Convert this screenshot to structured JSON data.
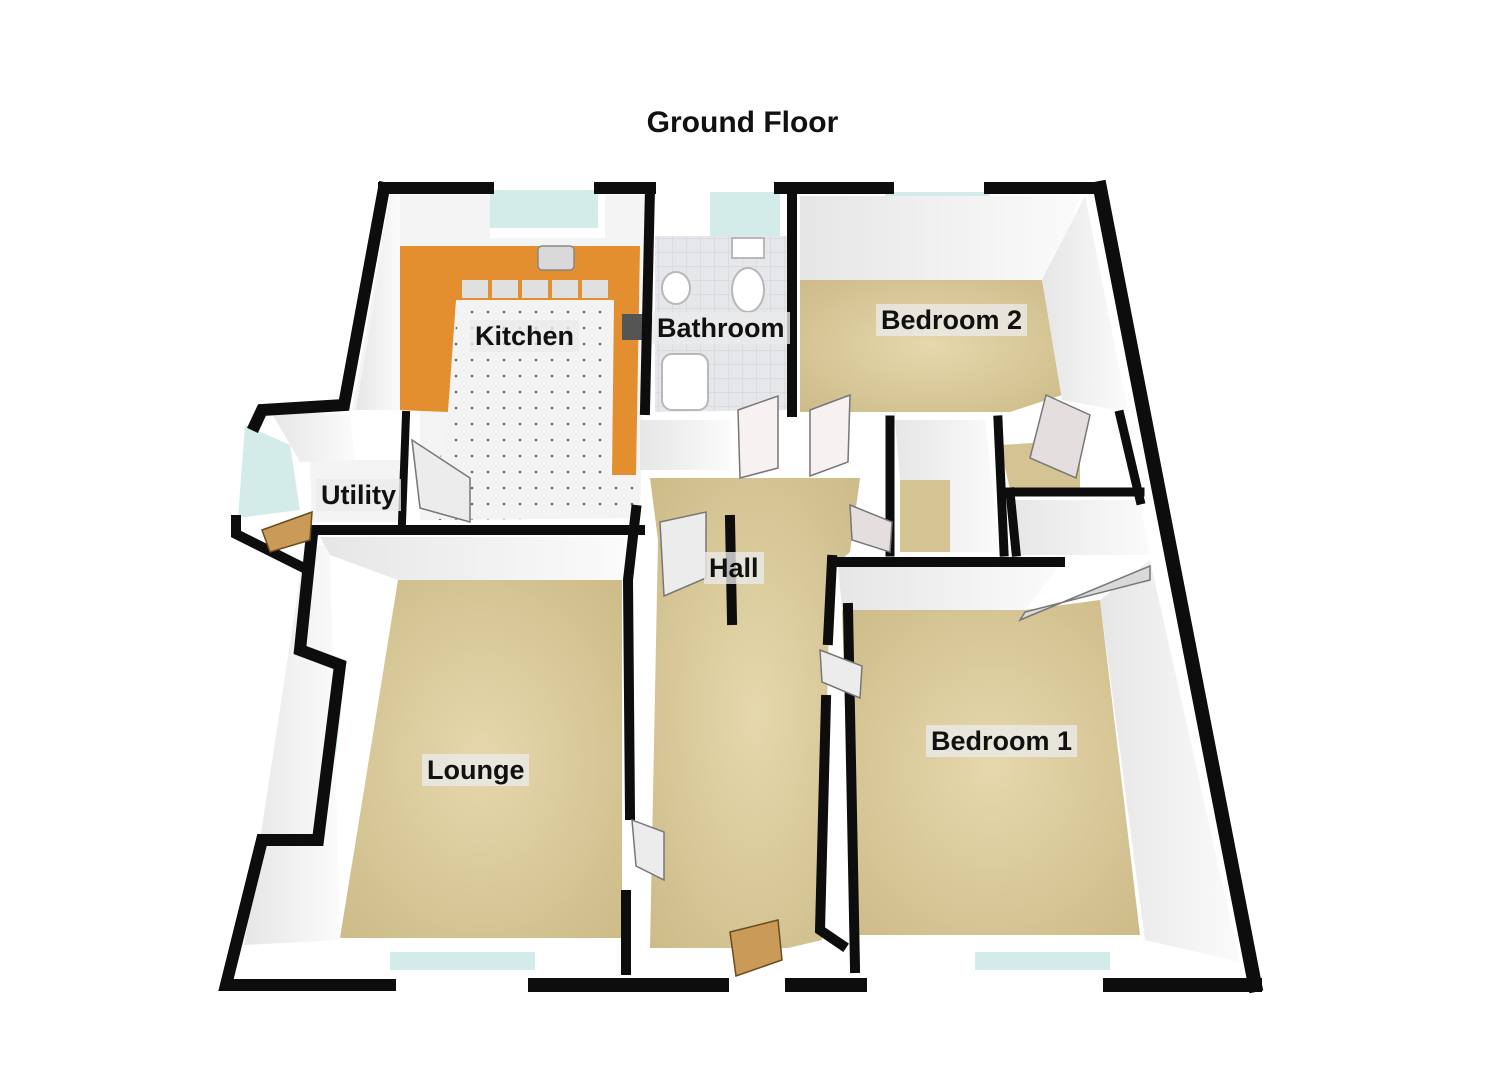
{
  "title": "Ground Floor",
  "rooms": {
    "kitchen": "Kitchen",
    "bathroom": "Bathroom",
    "bedroom2": "Bedroom 2",
    "utility": "Utility",
    "hall": "Hall",
    "lounge": "Lounge",
    "bedroom1": "Bedroom 1"
  },
  "colors": {
    "wall": "#0d0d0d",
    "wall_face": "#f4f4f4",
    "carpet": "#d9c99a",
    "kitchen_floor": "#f2f2f2",
    "worktop": "#e38f2f",
    "bathroom_floor": "#e6e7ea",
    "window_glass": "#d4ece9",
    "front_door": "#c99a58"
  }
}
